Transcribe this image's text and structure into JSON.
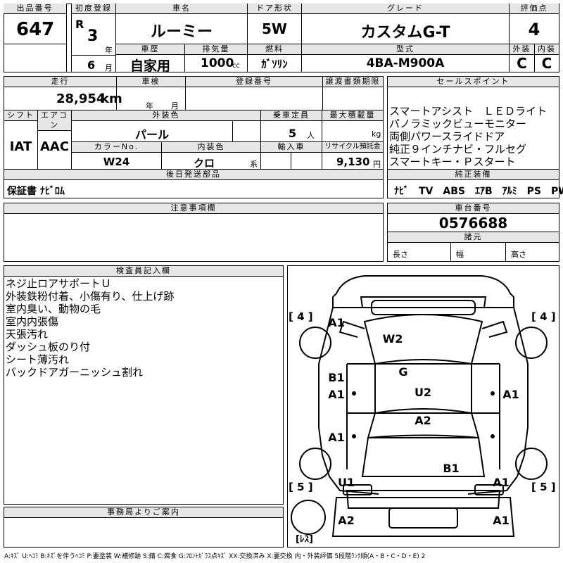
{
  "top": {
    "labels": {
      "lot_no": "出品番号",
      "first_reg": "初度登録",
      "car_name": "車名",
      "door": "ドア形状",
      "grade": "グレード",
      "score": "評価点",
      "history": "車歴",
      "displacement": "排気量",
      "fuel": "燃料",
      "model": "型式",
      "exterior": "外装",
      "interior": "内装"
    },
    "lot_no": "647",
    "era": "R",
    "year": "3",
    "year_unit": "年",
    "month": "6",
    "month_unit": "月",
    "car_name": "ルーミー",
    "door": "5W",
    "grade": "カスタムG-T",
    "score": "4",
    "history": "自家用",
    "displacement": "1000",
    "cc": "cc",
    "fuel": "ｶﾞｿﾘﾝ",
    "model": "4BA-M900A",
    "exterior_grade": "C",
    "interior_grade": "C"
  },
  "mid": {
    "labels": {
      "mileage": "走行",
      "inspection": "車検",
      "reg_no": "登録番号",
      "transfer": "譲渡書類期限",
      "shift": "シフト",
      "aircon": "エアコン",
      "ext_color": "外装色",
      "capacity": "乗車定員",
      "max_load": "最大積載量",
      "color_no": "カラーNo.",
      "int_color": "内装色",
      "import": "輸入車",
      "recycle": "リサイクル預託金",
      "later_parts": "後日発送部品"
    },
    "mileage": "28,954",
    "km": "km",
    "insp_year": "年",
    "insp_month": "月",
    "shift": "IAT",
    "aircon": "AAC",
    "ext_color": "パール",
    "capacity": "5",
    "capacity_unit": "人",
    "kg": "kg",
    "color_no": "W24",
    "int_color": "クロ",
    "int_unit": "系",
    "recycle": "9,130",
    "yen": "円",
    "later_parts_value": "保証書 ﾅﾋﾞﾛﾑ"
  },
  "sales": {
    "label": "セールスポイント",
    "lines": [
      "スマートアシスト　ＬＥＤライト",
      "パノラミックビューモニター",
      "両側パワースライドドア",
      "純正９インチナビ・フルセグ",
      "スマートキー・Ｐスタート"
    ]
  },
  "equipment": {
    "label": "純正装備",
    "value": "ﾅﾋﾞ　TV　ABS　ｴｱB　ｱﾙﾐ　PS　PW"
  },
  "caution": {
    "label": "注意事項欄"
  },
  "chassis": {
    "label": "車台番号",
    "value": "0576688",
    "spec_label": "諸元",
    "length": "長さ",
    "width": "幅",
    "height": "高さ"
  },
  "inspector": {
    "label": "検査員記入欄",
    "notes": [
      "ネジ止ロアサポートＵ",
      "外装鉄粉付着、小傷有り、仕上げ跡",
      "室内臭い、動物の毛",
      "室内内張傷",
      "天張汚れ",
      "ダッシュ板のり付",
      "シート薄汚れ",
      "バックドアガーニッシュ割れ"
    ]
  },
  "office": {
    "label": "事務局よりご案内"
  },
  "diagram": {
    "marks": {
      "a1_fl": "A1",
      "w2": "W2",
      "g": "G",
      "b1_l": "B1",
      "a1_l1": "A1",
      "a1_l2": "A1",
      "u2": "U2",
      "a2_c": "A2",
      "a1_r": "A1",
      "b1_rear": "B1",
      "u1": "U1",
      "a1_rr": "A1",
      "a2_bl": "A2",
      "a1_br": "A1"
    },
    "tire_fl": "[ 4 ]",
    "tire_fr": "[ 4 ]",
    "tire_rl": "[ 5 ]",
    "tire_rr": "[ 5 ]",
    "spare": "[ﾚｽ]"
  },
  "legend": "A:ｷｽﾞ U:ﾍｺﾐ B:ｷｽﾞを伴うﾍｺﾐ P:要塗装 W:補修跡 S:錆 C:腐食 G:ﾌﾛﾝﾄｶﾞﾗｽ点ｷｽﾞ XX:交換済み X:要交換 内・外装評価 5段階ﾗﾝｸ順(A・B・C・D・E) 2"
}
